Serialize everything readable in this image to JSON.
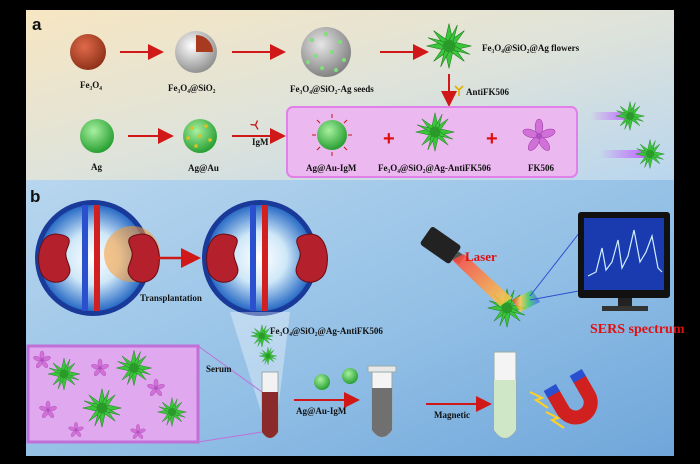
{
  "panel_a": {
    "label": "a",
    "fe3o4": "Fe₃O₄",
    "fe3o4_sio2": "Fe₃O₄@SiO₂",
    "seeds": "Fe₃O₄@SiO₂-Ag seeds",
    "flowers": "Fe₃O₄@SiO₂@Ag flowers",
    "antibody": "AntiFK506",
    "ag": "Ag",
    "ag_au": "Ag@Au",
    "igm": "IgM",
    "ag_au_igm": "Ag@Au-IgM",
    "conjugate": "Fe₃O₄@SiO₂@Ag-AntiFK506",
    "fk506": "FK506",
    "plus1": "+",
    "plus2": "+"
  },
  "panel_b": {
    "label": "b",
    "transplantation": "Transplantation",
    "conjugate": "Fe₃O₄@SiO₂@Ag-AntiFK506",
    "serum": "Serum",
    "ag_au_igm": "Ag@Au-IgM",
    "magnetic": "Magnetic",
    "laser": "Laser",
    "sers": "SERS spectrum"
  },
  "colors": {
    "accent_red": "#e01010",
    "flower_green": "#3cc43c",
    "purple_box": "#e080e8",
    "kidney": "#b4202c"
  }
}
